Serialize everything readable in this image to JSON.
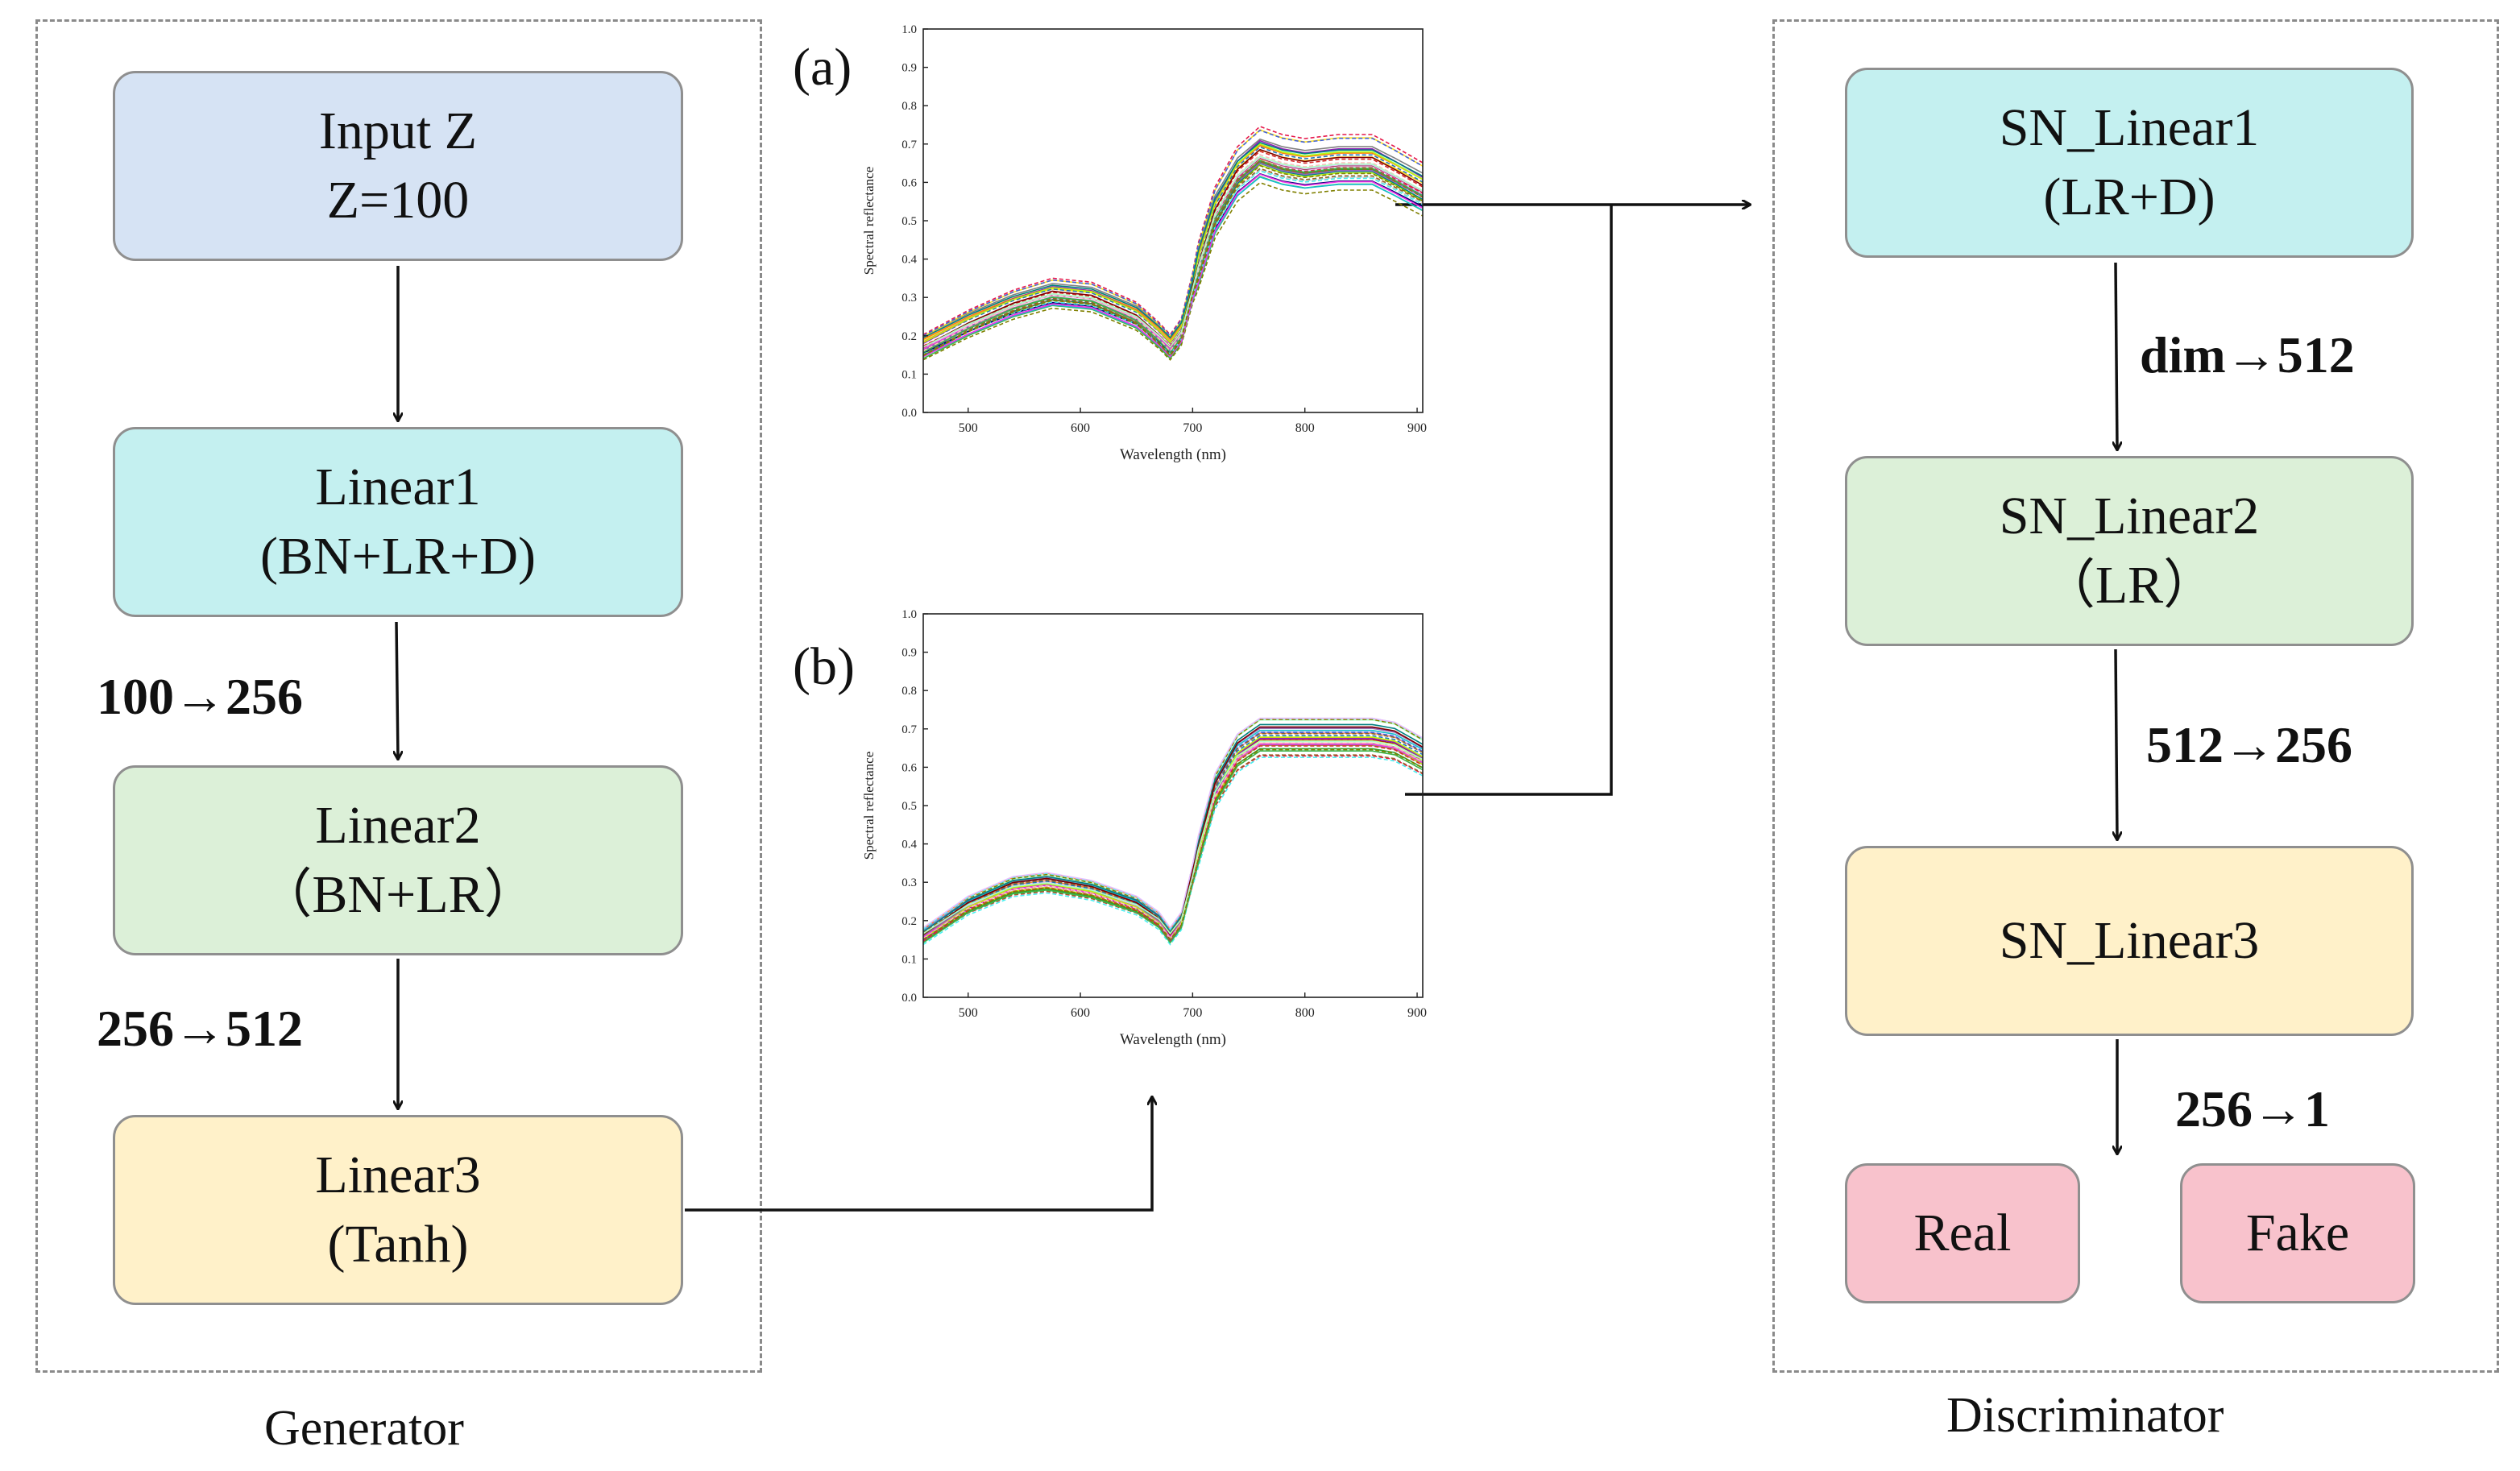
{
  "generator": {
    "caption": "Generator",
    "input": {
      "line1": "Input Z",
      "line2": "Z=100"
    },
    "linear1": {
      "line1": "Linear1",
      "line2": "(BN+LR+D)"
    },
    "linear2": {
      "line1": "Linear2",
      "line2": "（BN+LR）"
    },
    "linear3": {
      "line1": "Linear3",
      "line2": "(Tanh)"
    },
    "dim1": "100→256",
    "dim2": "256→512"
  },
  "discriminator": {
    "caption": "Discriminator",
    "sn_linear1": {
      "line1": "SN_Linear1",
      "line2": "(LR+D)"
    },
    "sn_linear2": {
      "line1": "SN_Linear2",
      "line2": "（LR）"
    },
    "sn_linear3": {
      "line1": "SN_Linear3"
    },
    "dim1": "dim→512",
    "dim2": "512→256",
    "dim3": "256→1",
    "real": "Real",
    "fake": "Fake"
  },
  "colors": {
    "input": "#d6e3f4",
    "linear1": "#c4f0f0",
    "linear2": "#dcf0d8",
    "linear3": "#fff1c9",
    "output": "#f8c2cc",
    "border": "#8f8f8f"
  },
  "chart_data": [
    {
      "type": "line",
      "panel_label": "(a)",
      "xlabel": "Wavelength (nm)",
      "ylabel": "Spectral reflectance",
      "xlim": [
        460,
        905
      ],
      "ylim": [
        0.0,
        1.0
      ],
      "x_ticks": [
        500,
        600,
        700,
        800,
        900
      ],
      "y_ticks": [
        0.0,
        0.1,
        0.2,
        0.3,
        0.4,
        0.5,
        0.6,
        0.7,
        0.8,
        0.9,
        1.0
      ],
      "x_tick_labels": [
        "500",
        "600",
        "700",
        "800",
        "900"
      ],
      "y_tick_labels": [
        "0.0",
        "0.1",
        "0.2",
        "0.3",
        "0.4",
        "0.5",
        "0.6",
        "0.7",
        "0.8",
        "0.9",
        "1.0"
      ],
      "mean_curve": {
        "x": [
          460,
          500,
          540,
          575,
          610,
          650,
          670,
          680,
          690,
          705,
          720,
          740,
          760,
          780,
          800,
          830,
          860,
          880,
          905
        ],
        "y": [
          0.17,
          0.23,
          0.28,
          0.31,
          0.3,
          0.25,
          0.2,
          0.17,
          0.21,
          0.38,
          0.52,
          0.62,
          0.67,
          0.65,
          0.64,
          0.65,
          0.65,
          0.62,
          0.58
        ]
      },
      "curve_count": 40,
      "spread": 0.045
    },
    {
      "type": "line",
      "panel_label": "(b)",
      "xlabel": "Wavelength (nm)",
      "ylabel": "Spectral reflectance",
      "xlim": [
        460,
        905
      ],
      "ylim": [
        0.0,
        1.0
      ],
      "x_ticks": [
        500,
        600,
        700,
        800,
        900
      ],
      "y_ticks": [
        0.0,
        0.1,
        0.2,
        0.3,
        0.4,
        0.5,
        0.6,
        0.7,
        0.8,
        0.9,
        1.0
      ],
      "x_tick_labels": [
        "500",
        "600",
        "700",
        "800",
        "900"
      ],
      "y_tick_labels": [
        "0.0",
        "0.1",
        "0.2",
        "0.3",
        "0.4",
        "0.5",
        "0.6",
        "0.7",
        "0.8",
        "0.9",
        "1.0"
      ],
      "mean_curve": {
        "x": [
          460,
          500,
          540,
          570,
          610,
          650,
          670,
          680,
          690,
          705,
          720,
          740,
          760,
          780,
          800,
          830,
          860,
          880,
          905
        ],
        "y": [
          0.16,
          0.24,
          0.29,
          0.3,
          0.28,
          0.24,
          0.2,
          0.16,
          0.2,
          0.38,
          0.54,
          0.64,
          0.68,
          0.68,
          0.68,
          0.68,
          0.68,
          0.67,
          0.63
        ]
      },
      "curve_count": 40,
      "spread": 0.025
    }
  ]
}
